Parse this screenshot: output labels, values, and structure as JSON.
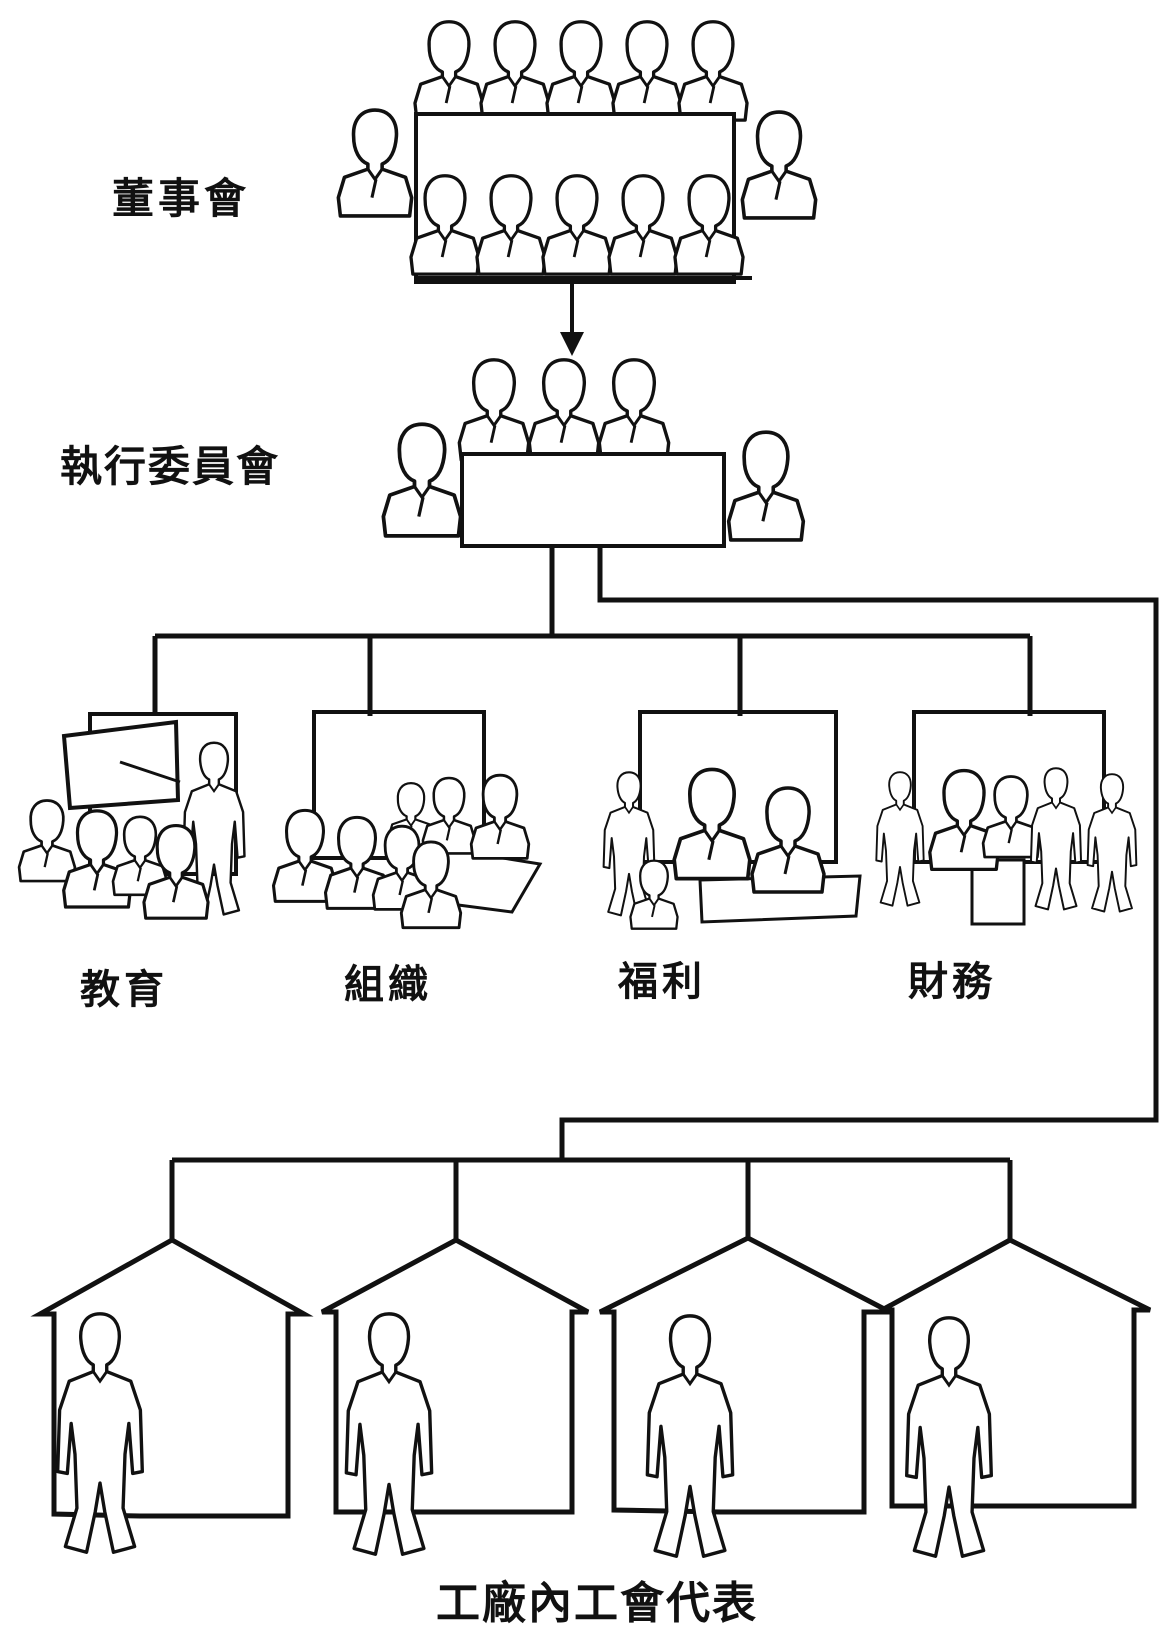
{
  "labels": {
    "board": "董事會",
    "executive_committee": "執行委員會",
    "departments": [
      "教育",
      "組織",
      "福利",
      "財務"
    ],
    "shop_representatives": "工廠內工會代表"
  },
  "colors": {
    "line": "#111111",
    "background": "#ffffff"
  }
}
